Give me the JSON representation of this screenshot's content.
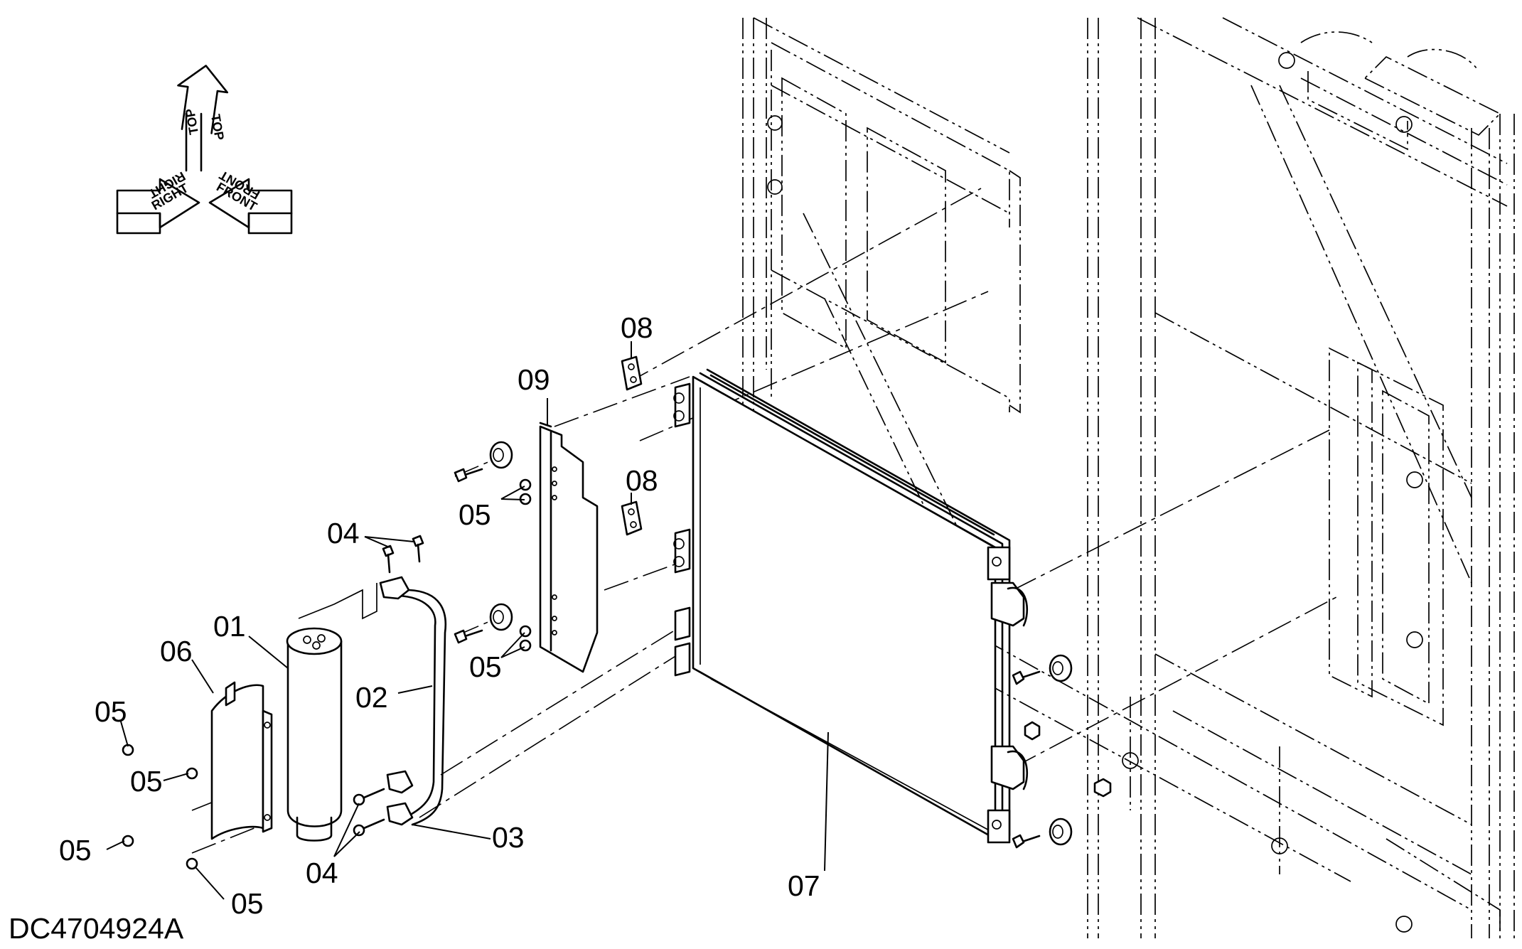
{
  "drawing_code": "DC4704924A",
  "orientation": {
    "top": "TOP",
    "right": "RIGHT",
    "front": "FRONT"
  },
  "callouts": [
    {
      "id": "c01",
      "label": "01"
    },
    {
      "id": "c02",
      "label": "02"
    },
    {
      "id": "c03",
      "label": "03"
    },
    {
      "id": "c04a",
      "label": "04"
    },
    {
      "id": "c04b",
      "label": "04"
    },
    {
      "id": "c05a",
      "label": "05"
    },
    {
      "id": "c05b",
      "label": "05"
    },
    {
      "id": "c05c",
      "label": "05"
    },
    {
      "id": "c05d",
      "label": "05"
    },
    {
      "id": "c05e",
      "label": "05"
    },
    {
      "id": "c05f",
      "label": "05"
    },
    {
      "id": "c06",
      "label": "06"
    },
    {
      "id": "c07",
      "label": "07"
    },
    {
      "id": "c08a",
      "label": "08"
    },
    {
      "id": "c08b",
      "label": "08"
    },
    {
      "id": "c09",
      "label": "09"
    }
  ]
}
